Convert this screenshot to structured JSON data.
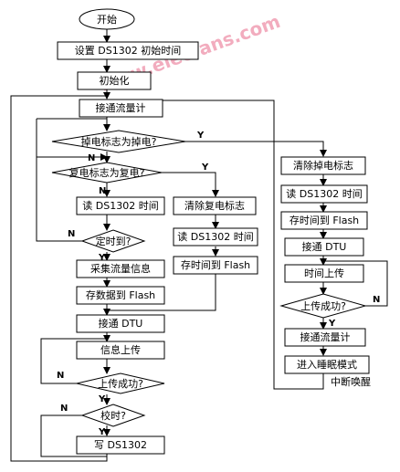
{
  "colors": {
    "stroke": "#000000",
    "fill": "#ffffff",
    "watermark": "#e86a8a"
  },
  "watermark": "www.elecfans.com",
  "nodes": {
    "start": "开始",
    "set_time": "设置 DS1302 初始时间",
    "init": "初始化",
    "flowmeter1": "接通流量计",
    "power_off_check": "掉电标志为掉电?",
    "power_on_check": "复电标志为复电?",
    "read_time1": "读 DS1302 时间",
    "timer_check": "定时到?",
    "collect": "采集流量信息",
    "save_data": "存数据到 Flash",
    "clear_power_on": "清除复电标志",
    "read_time2": "读 DS1302 时间",
    "save_time1": "存时间到 Flash",
    "dtu1": "接通 DTU",
    "upload_info": "信息上传",
    "upload_ok1": "上传成功?",
    "sync_check": "校时?",
    "write_time": "写 DS1302",
    "clear_power_off": "清除掉电标志",
    "read_time3": "读 DS1302 时间",
    "save_time2": "存时间到 Flash",
    "dtu2": "接通 DTU",
    "upload_time": "时间上传",
    "upload_ok2": "上传成功?",
    "flowmeter2": "接通流量计",
    "sleep": "进入睡眠模式",
    "wakeup": "中断唤醒"
  },
  "branches": {
    "yes": "Y",
    "no": "N"
  }
}
